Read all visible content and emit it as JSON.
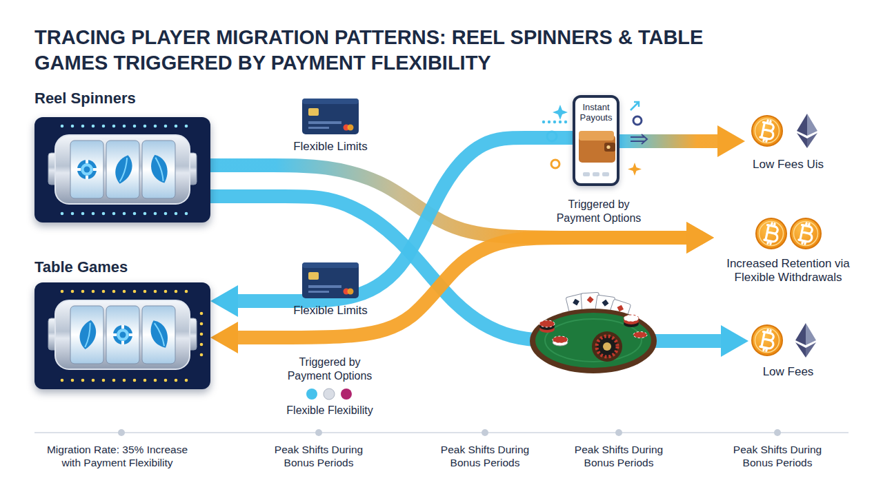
{
  "diagram": {
    "title": "TRACING PLAYER MIGRATION PATTERNS: REEL SPINNERS & TABLE GAMES TRIGGERED BY PAYMENT FLEXIBILITY",
    "nodes": [
      {
        "text": [
          "Reel Spinners"
        ]
      },
      {
        "text": [
          "Table Games"
        ]
      },
      {
        "text": [
          "Instant Payouts"
        ]
      },
      {
        "text": [
          "Low Fees Uis"
        ]
      },
      {
        "text": [
          "Increased Retention via Flexible Withdrawals"
        ]
      },
      {
        "text": [
          "Low Fees"
        ]
      }
    ],
    "edges": [
      {
        "from": 0,
        "to": 4,
        "arrow": "to"
      },
      {
        "from": 0,
        "to": 5,
        "arrow": "to"
      },
      {
        "from": 2,
        "to": 1,
        "arrow": "to"
      },
      {
        "from": 2,
        "to": 3,
        "arrow": "to"
      },
      {
        "from": 1,
        "to": 4,
        "arrow": "both"
      }
    ],
    "labels": [
      "Flexible Limits",
      "Triggered by Payment Options",
      "Flexible Limits",
      "Triggered by Payment Options",
      "Flexible Flexibility",
      "Migration Rate: 35% Increase with Payment Flexibility",
      "Peak Shifts During Bonus Periods",
      "Peak Shifts During Bonus Periods",
      "Peak Shifts During Bonus Periods",
      "Peak Shifts During Bonus Periods"
    ]
  }
}
